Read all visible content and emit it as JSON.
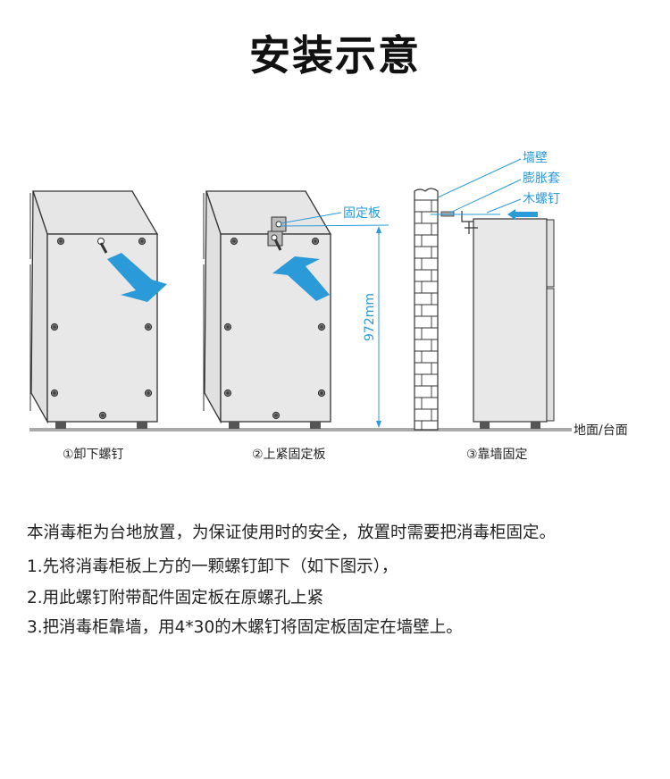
{
  "title": "安装示意",
  "diagram": {
    "labels": {
      "fixing_plate": "固定板",
      "height": "972mm",
      "wall": "墙壁",
      "anchor": "膨胀套",
      "wood_screw": "木螺钉",
      "floor": "地面/台面"
    },
    "steps": [
      "①卸下螺钉",
      "②上紧固定板",
      "③靠墙固定"
    ],
    "colors": {
      "accent": "#2a9ad8",
      "cabinet": "#e8e8e8",
      "outline": "#333333",
      "floor": "#aaaaaa"
    }
  },
  "instructions": [
    "本消毒柜为台地放置，为保证使用时的安全，放置时需要把消毒柜固定。",
    "1.先将消毒柜板上方的一颗螺钉卸下（如下图示），",
    "2.用此螺钉附带配件固定板在原螺孔上紧",
    "3.把消毒柜靠墙，用4*30的木螺钉将固定板固定在墙壁上。"
  ]
}
